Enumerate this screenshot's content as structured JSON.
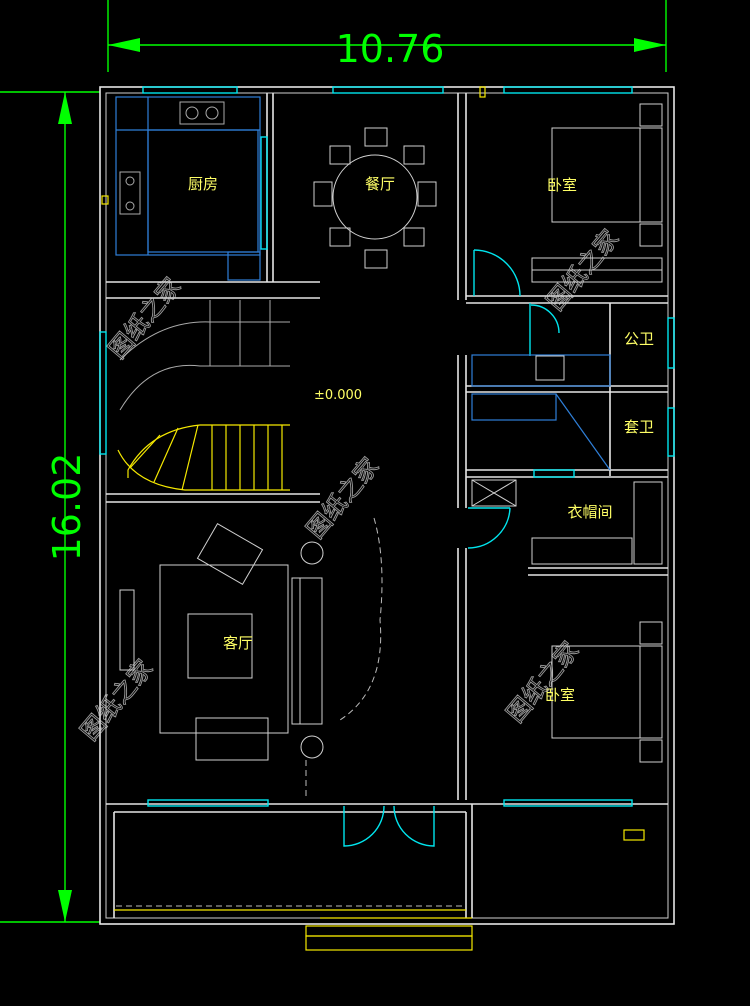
{
  "dimensions": {
    "width_label": "10.76",
    "depth_label": "16.02"
  },
  "rooms": {
    "kitchen": "厨房",
    "dining": "餐厅",
    "bedroom_top": "卧室",
    "public_bath": "公卫",
    "master_bath": "套卫",
    "cloakroom": "衣帽间",
    "living": "客厅",
    "bedroom_bottom": "卧室"
  },
  "elevation_mark": "±0.000",
  "watermark_text": "图纸之家",
  "colors": {
    "background": "#000000",
    "wall": "#e6e6e6",
    "dimension": "#00ff00",
    "window": "#00e5ee",
    "label": "#ffff66",
    "furniture": "#2f7fd8",
    "stairs": "#f5e800"
  }
}
